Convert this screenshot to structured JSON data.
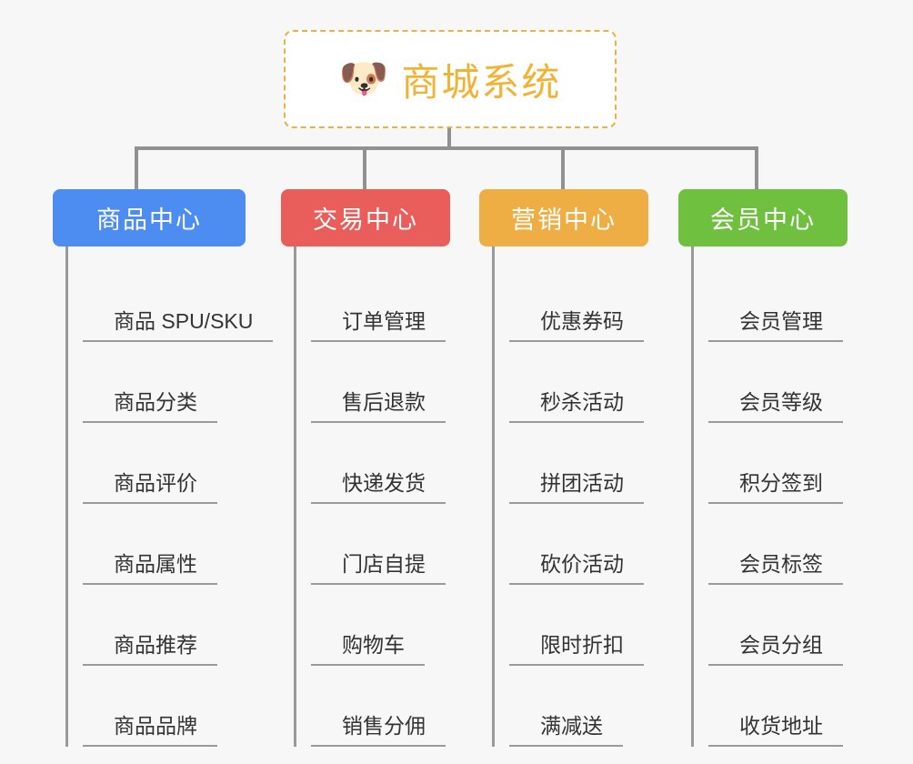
{
  "background_color": "#f7f7f7",
  "root": {
    "icon": "shiba-dog-face-emoji",
    "emoji": "🐶",
    "title": "商城系统",
    "text_color": "#f2b234",
    "border_color": "#f0b040"
  },
  "columns": [
    {
      "header": "商品中心",
      "color": "#4d8cf0",
      "items": [
        "商品 SPU/SKU",
        "商品分类",
        "商品评价",
        "商品属性",
        "商品推荐",
        "商品品牌"
      ]
    },
    {
      "header": "交易中心",
      "color": "#e95e5a",
      "items": [
        "订单管理",
        "售后退款",
        "快递发货",
        "门店自提",
        "购物车",
        "销售分佣"
      ]
    },
    {
      "header": "营销中心",
      "color": "#eeae43",
      "items": [
        "优惠券码",
        "秒杀活动",
        "拼团活动",
        "砍价活动",
        "限时折扣",
        "满减送"
      ]
    },
    {
      "header": "会员中心",
      "color": "#70c040",
      "items": [
        "会员管理",
        "会员等级",
        "积分签到",
        "会员标签",
        "会员分组",
        "收货地址"
      ]
    }
  ]
}
